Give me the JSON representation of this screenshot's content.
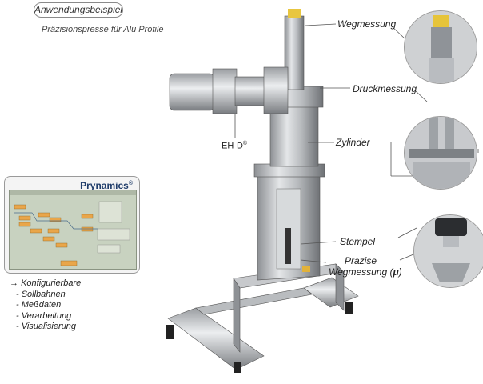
{
  "header": {
    "badge": "Anwendungsbeispiel",
    "subtitle": "Präzisionspresse für Alu Profile"
  },
  "callouts": {
    "wegmessung": "Wegmessung",
    "druckmessung": "Druckmessung",
    "zylinder": "Zylinder",
    "ehd": "EH-D",
    "ehd_mark": "®",
    "stempel": "Stempel",
    "prazise_line1": "Prazise",
    "prazise_line2": "Wegmessung (",
    "prazise_mu": "μ",
    "prazise_close": ")"
  },
  "software_panel": {
    "title": "Prynamics",
    "title_mark": "®"
  },
  "features": {
    "heading": "Konfigurierbare",
    "items": [
      "- Sollbahnen",
      "- Meßdaten",
      "- Verarbeitung",
      "- Visualisierung"
    ]
  }
}
